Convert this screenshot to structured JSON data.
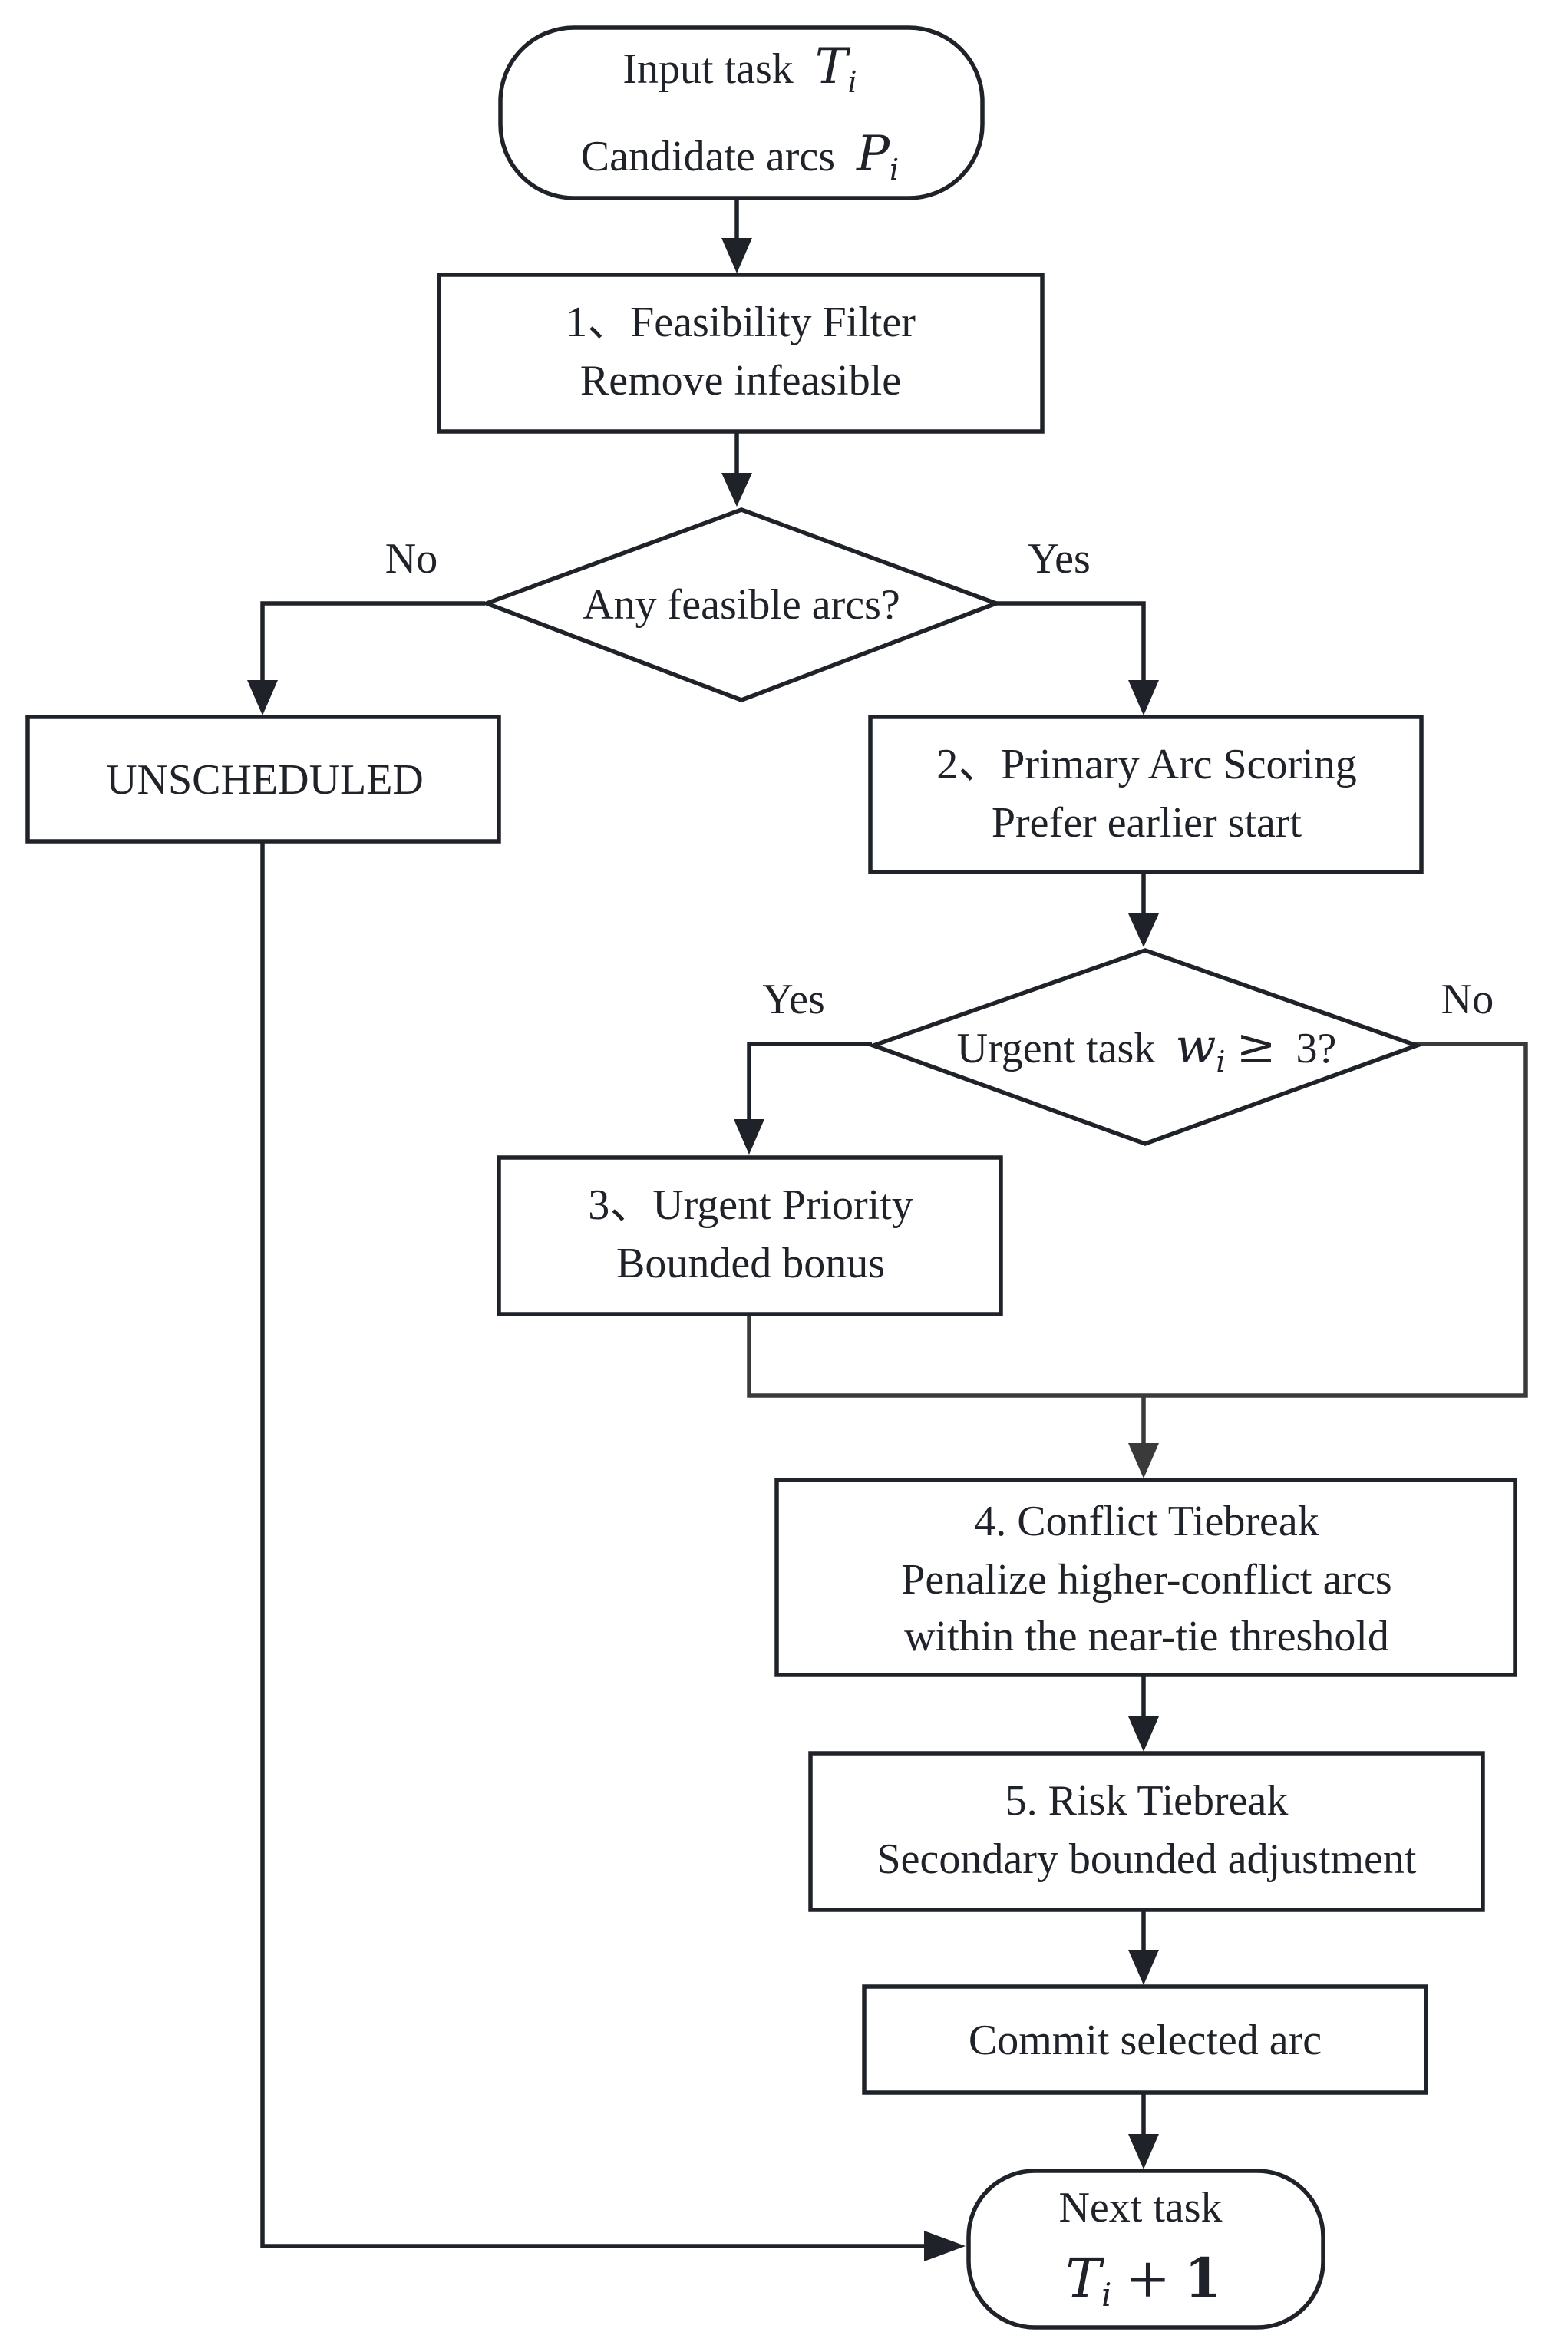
{
  "nodes": {
    "start": {
      "line1": "Input task",
      "line1_math": "T",
      "line1_sub": "i",
      "line2": "Candidate arcs",
      "line2_math": "P",
      "line2_sub": "i"
    },
    "filter": {
      "line1": "1、Feasibility Filter",
      "line2": "Remove infeasible"
    },
    "feasible_decision": {
      "label": "Any feasible arcs?"
    },
    "unscheduled": {
      "label": "UNSCHEDULED"
    },
    "scoring": {
      "line1": "2、Primary Arc Scoring",
      "line2": "Prefer earlier start"
    },
    "urgent_decision": {
      "label_pre": "Urgent task",
      "math": "w",
      "sub": "i",
      "op": "≥",
      "label_post": "3?"
    },
    "urgent_priority": {
      "line1": "3、Urgent Priority",
      "line2": "Bounded bonus"
    },
    "conflict": {
      "line1": "4. Conflict Tiebreak",
      "line2": "Penalize higher-conflict arcs",
      "line3": "within the near-tie threshold"
    },
    "risk": {
      "line1": "5. Risk Tiebreak",
      "line2": "Secondary bounded adjustment"
    },
    "commit": {
      "label": "Commit selected arc"
    },
    "next": {
      "line1": "Next task",
      "math": "T",
      "sub": "i",
      "op": "+",
      "num": "1"
    }
  },
  "edge_labels": {
    "feasible_no": "No",
    "feasible_yes": "Yes",
    "urgent_yes": "Yes",
    "urgent_no": "No"
  },
  "colors": {
    "stroke": "#1f2329",
    "background": "#ffffff"
  }
}
